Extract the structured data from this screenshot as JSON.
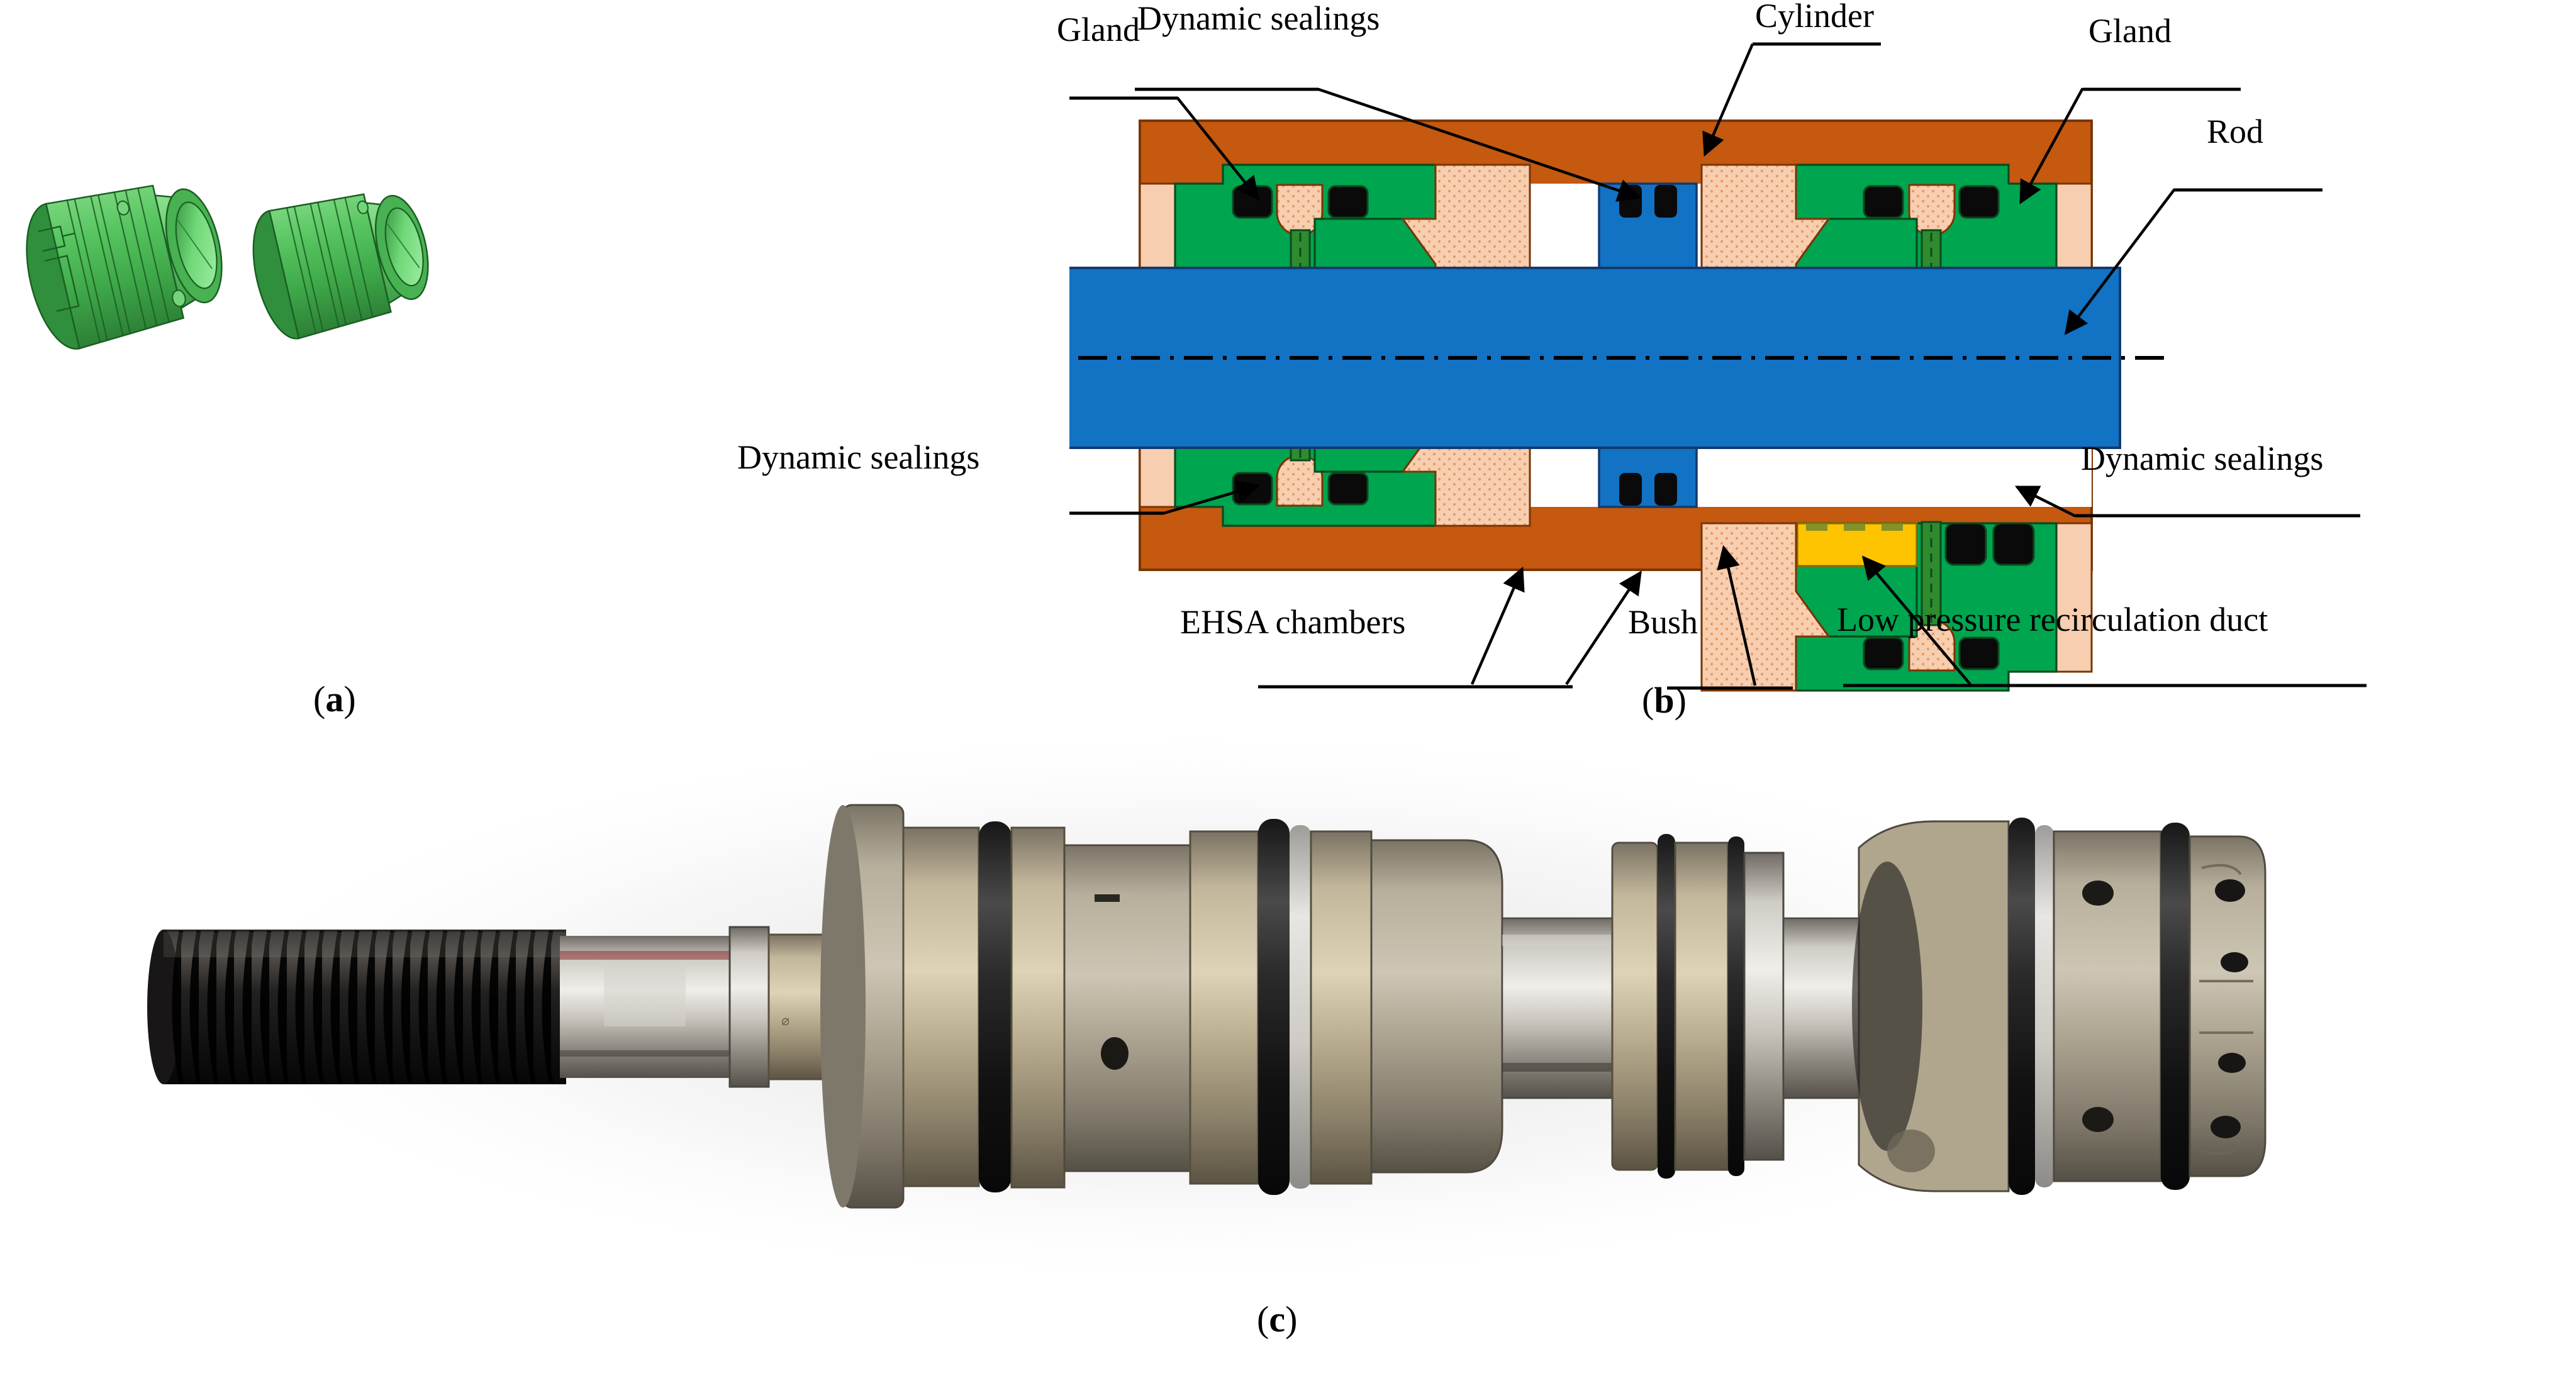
{
  "figure": {
    "domain": "scientific-figure",
    "background": "#ffffff"
  },
  "panels": [
    {
      "id": "a",
      "caption": "(a)",
      "caption_letter": "a",
      "description": "Two isometric CAD renders of green cylindrical gland/bush components with circumferential grooves"
    },
    {
      "id": "b",
      "caption": "(b)",
      "caption_letter": "b",
      "description": "Annotated cross-section schematic of an electro-hydrostatic actuator sealing assembly"
    },
    {
      "id": "c",
      "caption": "(c)",
      "caption_letter": "c",
      "description": "Photograph of the assembled rod with glands, bushes, O-rings and threaded end"
    }
  ],
  "cross_section": {
    "labels": [
      {
        "key": "gland_left",
        "text": "Gland"
      },
      {
        "key": "dynamic_sealings_top",
        "text": "Dynamic sealings"
      },
      {
        "key": "cylinder",
        "text": "Cylinder"
      },
      {
        "key": "gland_right",
        "text": "Gland"
      },
      {
        "key": "rod",
        "text": "Rod"
      },
      {
        "key": "dynamic_sealings_left",
        "text": "Dynamic sealings"
      },
      {
        "key": "dynamic_sealings_right",
        "text": "Dynamic sealings"
      },
      {
        "key": "ehsa_chambers",
        "text": "EHSA chambers"
      },
      {
        "key": "bush",
        "text": "Bush"
      },
      {
        "key": "low_pressure_duct",
        "text": "Low pressure recirculation duct"
      }
    ],
    "colors": {
      "cylinder_body": "#C4590F",
      "cylinder_stroke": "#7A3505",
      "gland_green": "#00A550",
      "gland_stroke": "#0B4A1E",
      "bush_peach": "#F7CEB0",
      "bush_stipple": "#E79A63",
      "bush_stroke": "#7A3505",
      "rod_blue": "#1272C4",
      "rod_stroke": "#123A70",
      "seal_black": "#0A0A0A",
      "yellow_band": "#FFC400",
      "yellow_stroke": "#8A6A00",
      "duct_green_dark": "#2E8B2E",
      "leader_line": "#000000",
      "centerline": "#000000"
    },
    "centerline_style": "dash-dot",
    "symmetry": "mirrored about horizontal centerline"
  },
  "cad_render": {
    "part_count": 2,
    "color_body": "#4FBF58",
    "color_light": "#8FE08F",
    "color_dark": "#2F8F3C",
    "color_edge": "#1B5E22",
    "description": "green cylindrical gland with circumferential grooves and bore"
  },
  "photograph": {
    "components": [
      {
        "key": "threaded_rod_end",
        "name": "black threaded rod end",
        "color": "#1C1A1A"
      },
      {
        "key": "rod_shaft",
        "name": "polished steel rod",
        "color": "#B9B6AE"
      },
      {
        "key": "gland_flange",
        "name": "metallic gland flange",
        "color": "#A39A85"
      },
      {
        "key": "o_ring",
        "name": "black rubber O-ring",
        "color": "#141414"
      },
      {
        "key": "white_backup_ring",
        "name": "white backup ring",
        "color": "#D9D7D2"
      },
      {
        "key": "bronze_bush",
        "name": "bronze bush",
        "color": "#A89770"
      },
      {
        "key": "end_cap",
        "name": "drilled end cap",
        "color": "#9C947F"
      }
    ],
    "background": "#ffffff"
  }
}
